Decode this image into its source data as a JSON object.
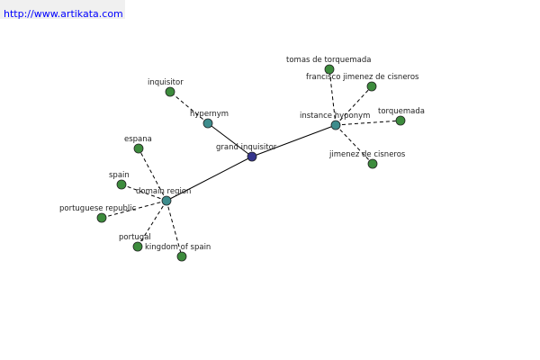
{
  "source_link": "http://www.artikata.com",
  "colors": {
    "center_node": "#34348c",
    "relation_node": "#3d8c8c",
    "leaf_node": "#3d8c3d",
    "link": "#0000ff"
  },
  "graph": {
    "center": "grand inquisitor",
    "relations": [
      "hypernym",
      "instance hyponym",
      "domain region"
    ],
    "terms": [
      "inquisitor",
      "tomas de torquemada",
      "francisco jimenez de cisneros",
      "torquemada",
      "jimenez de cisneros",
      "espana",
      "spain",
      "portuguese republic",
      "portugal",
      "kingdom of spain"
    ],
    "edges": [
      {
        "from": "grand inquisitor",
        "to": "hypernym",
        "style": "solid"
      },
      {
        "from": "grand inquisitor",
        "to": "instance hyponym",
        "style": "solid"
      },
      {
        "from": "grand inquisitor",
        "to": "domain region",
        "style": "solid"
      },
      {
        "from": "hypernym",
        "to": "inquisitor",
        "style": "dashed"
      },
      {
        "from": "instance hyponym",
        "to": "tomas de torquemada",
        "style": "dashed"
      },
      {
        "from": "instance hyponym",
        "to": "francisco jimenez de cisneros",
        "style": "dashed"
      },
      {
        "from": "instance hyponym",
        "to": "torquemada",
        "style": "dashed"
      },
      {
        "from": "instance hyponym",
        "to": "jimenez de cisneros",
        "style": "dashed"
      },
      {
        "from": "domain region",
        "to": "espana",
        "style": "dashed"
      },
      {
        "from": "domain region",
        "to": "spain",
        "style": "dashed"
      },
      {
        "from": "domain region",
        "to": "portuguese republic",
        "style": "dashed"
      },
      {
        "from": "domain region",
        "to": "portugal",
        "style": "dashed"
      },
      {
        "from": "domain region",
        "to": "kingdom of spain",
        "style": "dashed"
      }
    ]
  }
}
